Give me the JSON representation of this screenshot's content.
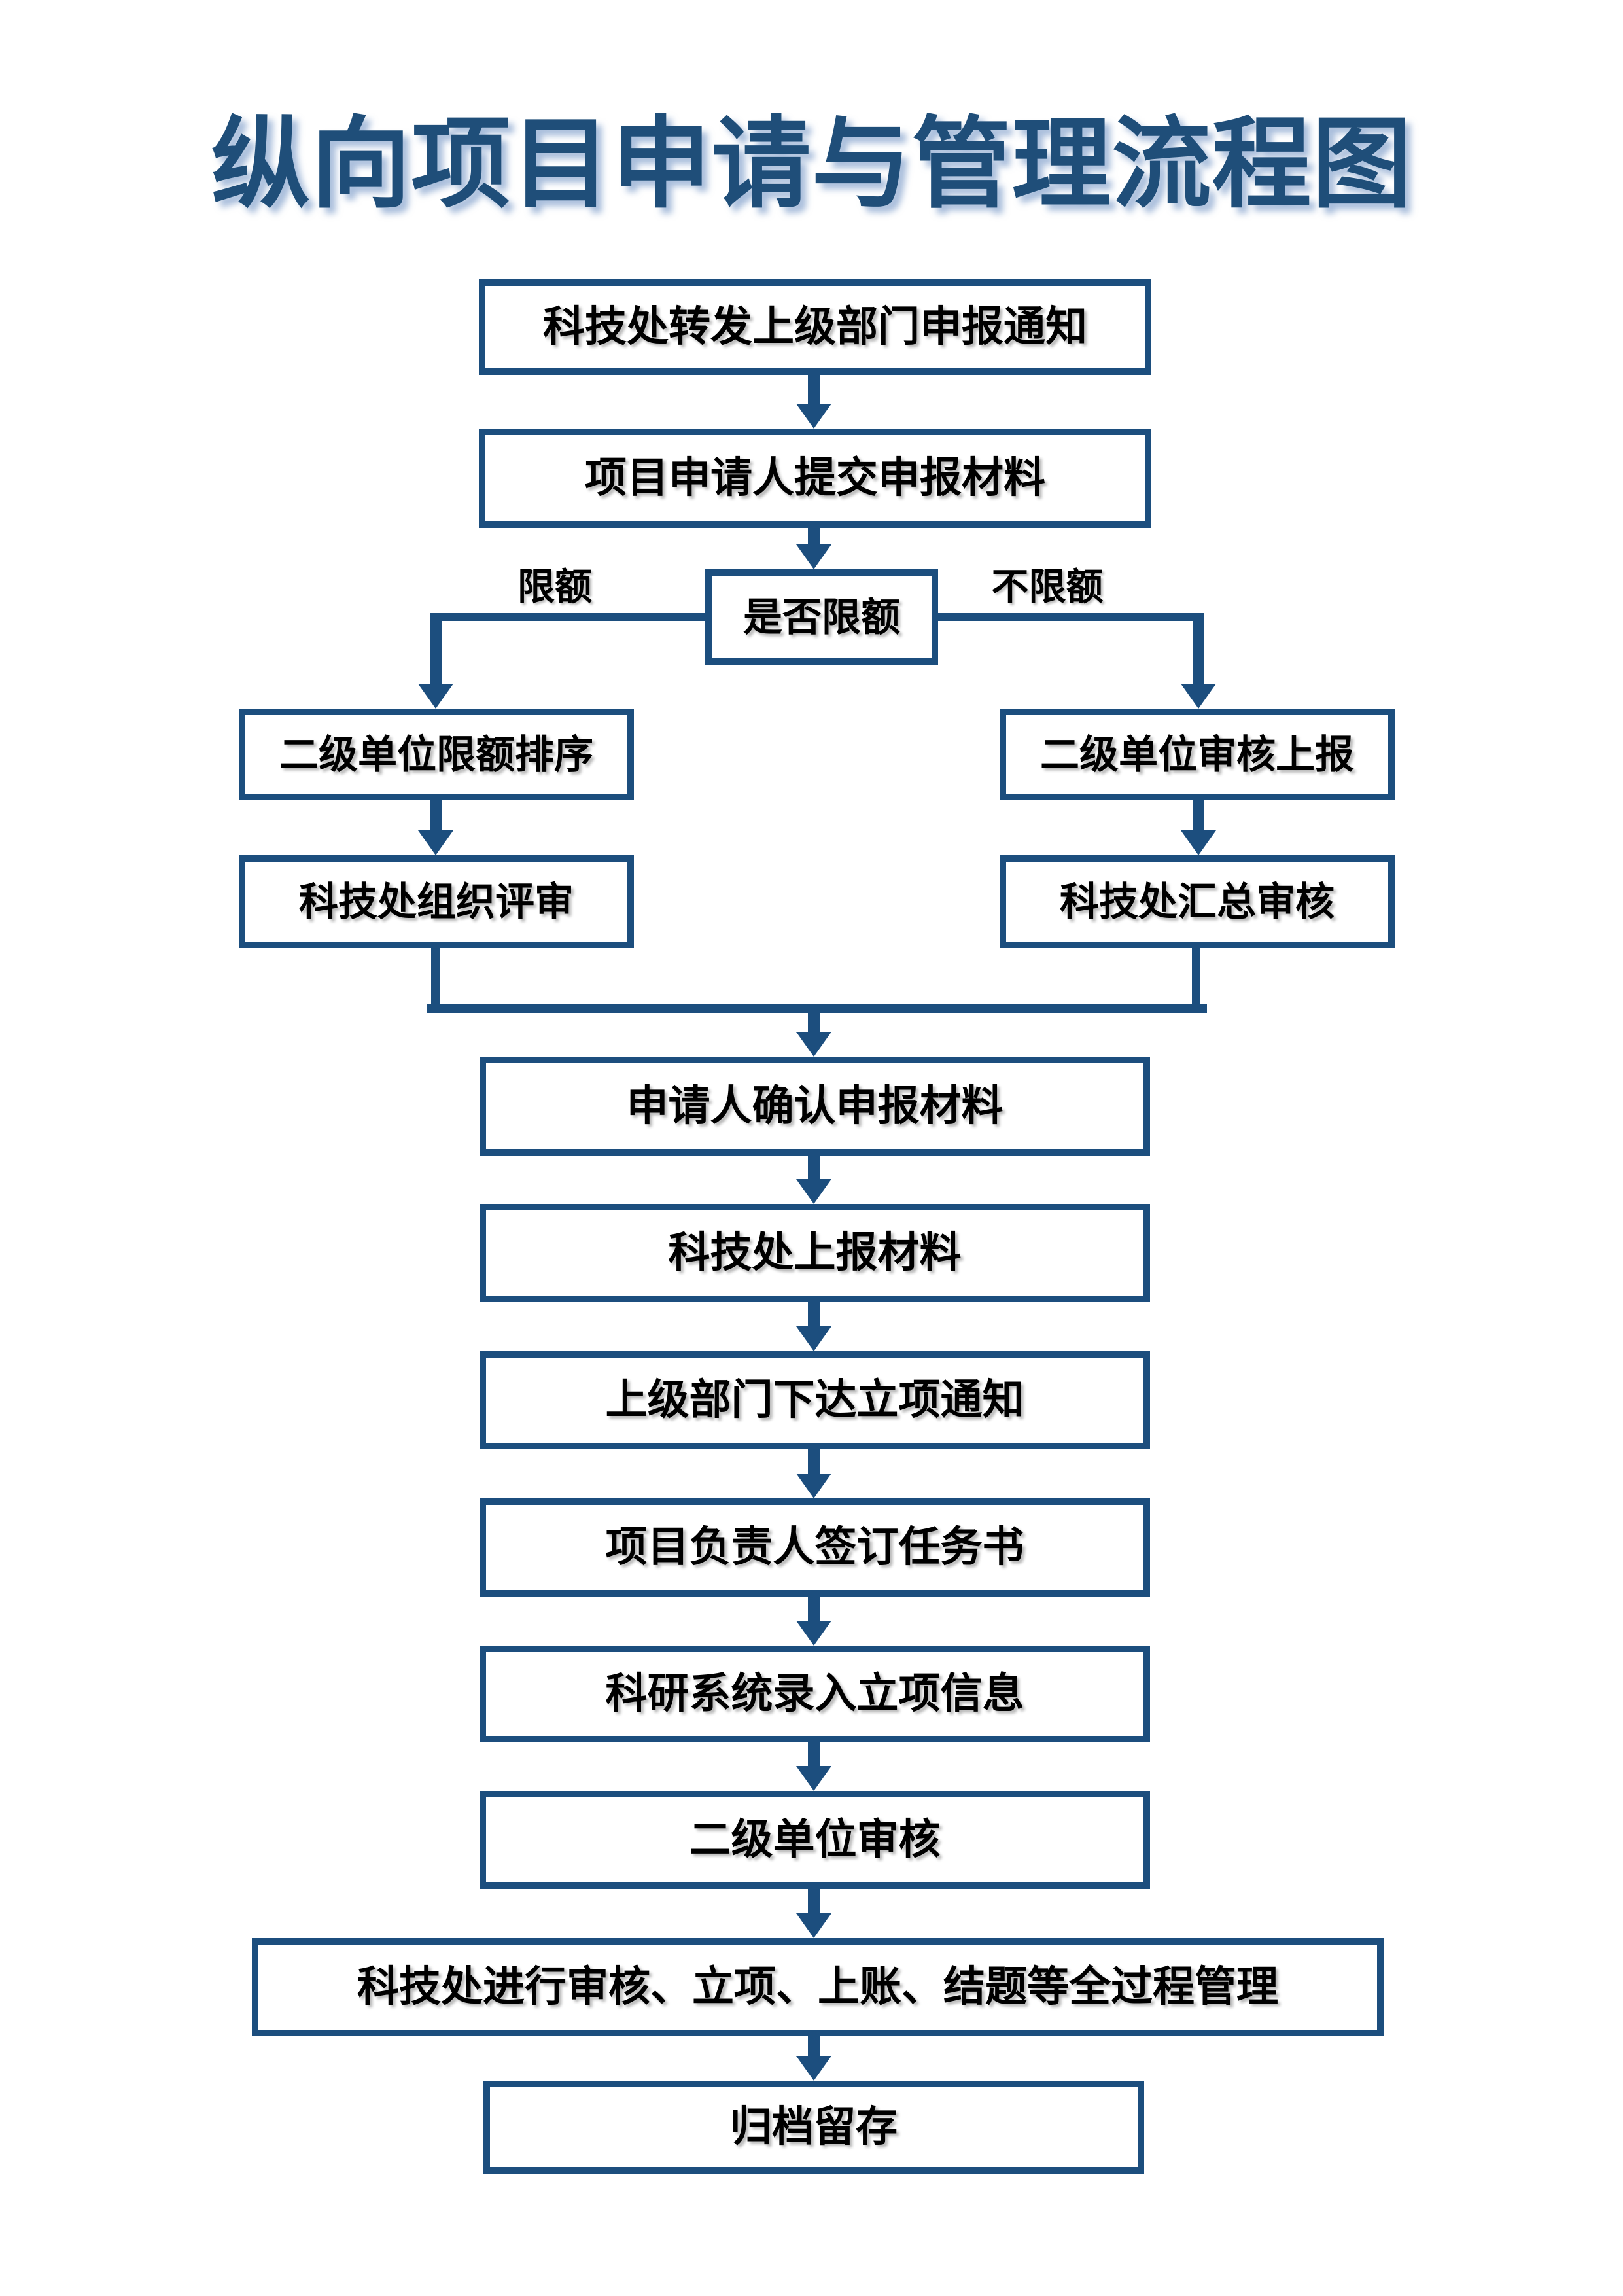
{
  "title": "纵向项目申请与管理流程图",
  "colors": {
    "background": "#FFFFFF",
    "line": "#1C4E7E",
    "title": "#1F4E79",
    "text": "#000000"
  },
  "flow": {
    "steps": {
      "s1": "科技处转发上级部门申报通知",
      "s2": "项目申请人提交申报材料",
      "decision": "是否限额",
      "left1": "二级单位限额排序",
      "left2": "科技处组织评审",
      "right1": "二级单位审核上报",
      "right2": "科技处汇总审核",
      "s3": "申请人确认申报材料",
      "s4": "科技处上报材料",
      "s5": "上级部门下达立项通知",
      "s6": "项目负责人签订任务书",
      "s7": "科研系统录入立项信息",
      "s8": "二级单位审核",
      "s9": "科技处进行审核、立项、上账、结题等全过程管理",
      "s10": "归档留存"
    },
    "branch_labels": {
      "left": "限额",
      "right": "不限额"
    }
  }
}
